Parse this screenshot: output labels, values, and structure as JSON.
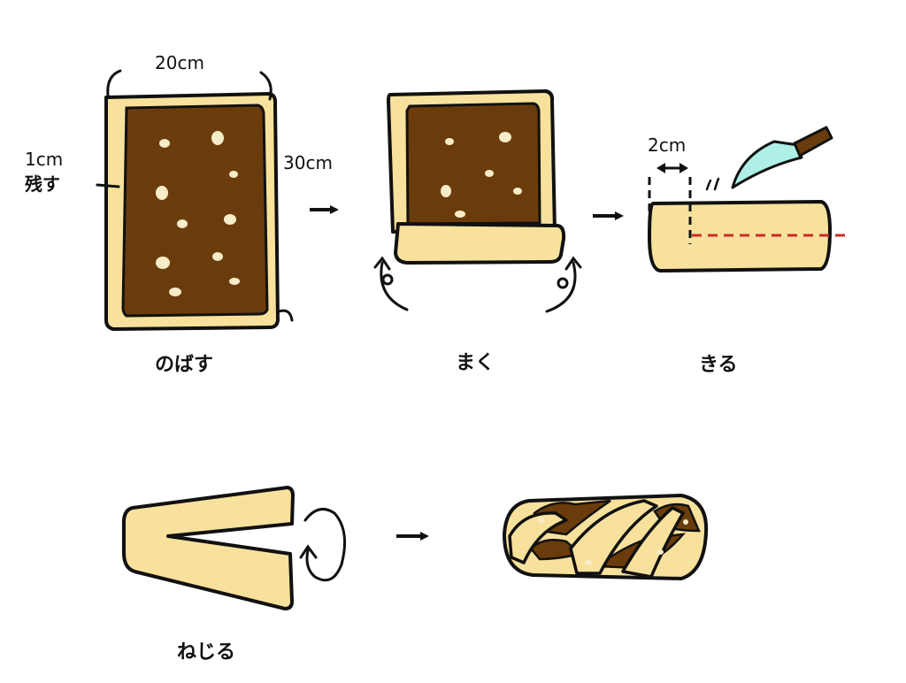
{
  "labels": {
    "width_dim": "20cm",
    "height_dim": "30cm",
    "margin_dim": "1cm",
    "margin_note": "残す",
    "cut_dim": "2cm"
  },
  "steps": [
    {
      "label": "のばす"
    },
    {
      "label": "まく"
    },
    {
      "label": "きる"
    },
    {
      "label": "ねじる"
    }
  ],
  "colors": {
    "dough": "#f7e19c",
    "filling": "#6b3c0b",
    "nut": "#f6ecc8",
    "outline": "#111111",
    "cut_line": "#cc2a2a",
    "blade": "#aef0e6",
    "handle": "#6b3c0b"
  }
}
